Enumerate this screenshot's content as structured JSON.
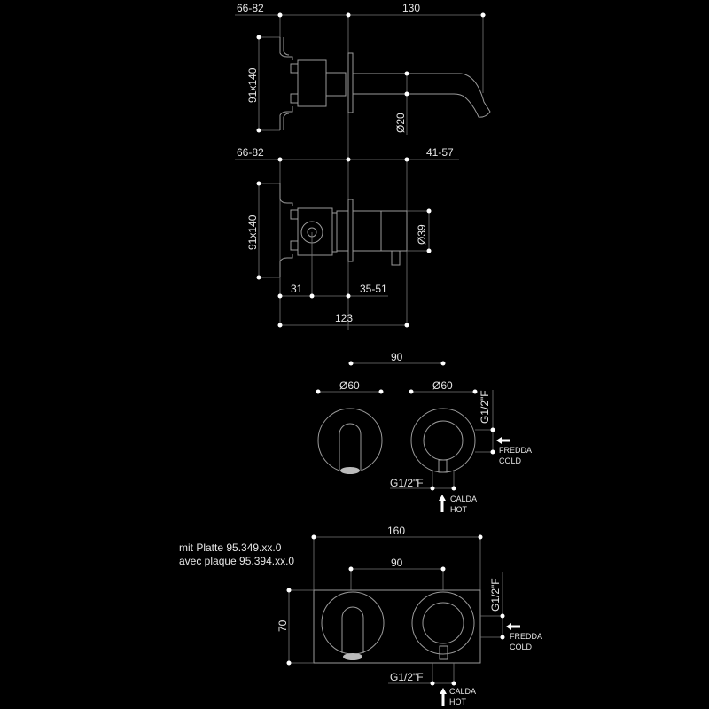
{
  "side_view_spout": {
    "wall_depth": "66-82",
    "spout_length": "130",
    "box_size": "91x140",
    "spout_diameter": "Ø20"
  },
  "side_view_mixer": {
    "wall_depth": "66-82",
    "handle_projection": "41-57",
    "box_size": "91x140",
    "handle_diameter": "Ø39",
    "offset_a": "31",
    "offset_b": "35-51",
    "total": "123"
  },
  "front_view_rosettes": {
    "spacing": "90",
    "left_diameter": "Ø60",
    "right_diameter": "Ø60",
    "side_connection": "G1/2\"F",
    "cold_label_it": "FREDDA",
    "cold_label_en": "COLD",
    "bottom_connection": "G1/2\"F",
    "hot_label_it": "CALDA",
    "hot_label_en": "HOT"
  },
  "front_view_plate": {
    "note_de": "mit Platte 95.349.xx.0",
    "note_fr": "avec plaque 95.394.xx.0",
    "width": "160",
    "spacing": "90",
    "height": "70",
    "side_connection": "G1/2\"F",
    "cold_label_it": "FREDDA",
    "cold_label_en": "COLD",
    "bottom_connection": "G1/2\"F",
    "hot_label_it": "CALDA",
    "hot_label_en": "HOT"
  }
}
